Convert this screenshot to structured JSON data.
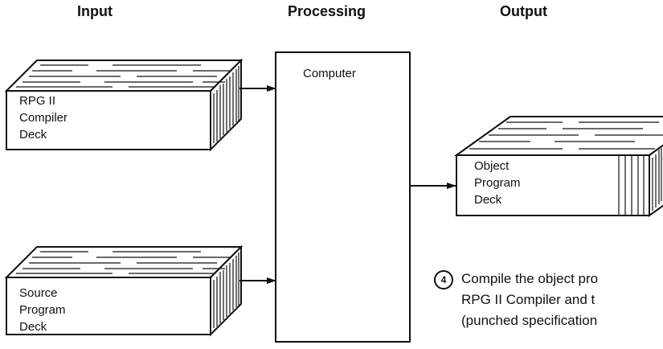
{
  "headers": {
    "input": "Input",
    "processing": "Processing",
    "output": "Output"
  },
  "decks": {
    "rpg_compiler": "RPG II\nCompiler\nDeck",
    "source_program": "Source\nProgram\nDeck",
    "object_program": "Object\nProgram\nDeck"
  },
  "processor": {
    "label": "Computer"
  },
  "step": {
    "number": "4",
    "lines": [
      "Compile the object pro",
      "RPG II Compiler and t",
      "(punched specification"
    ]
  },
  "colors": {
    "ink": "#111111",
    "background": "#ffffff"
  }
}
